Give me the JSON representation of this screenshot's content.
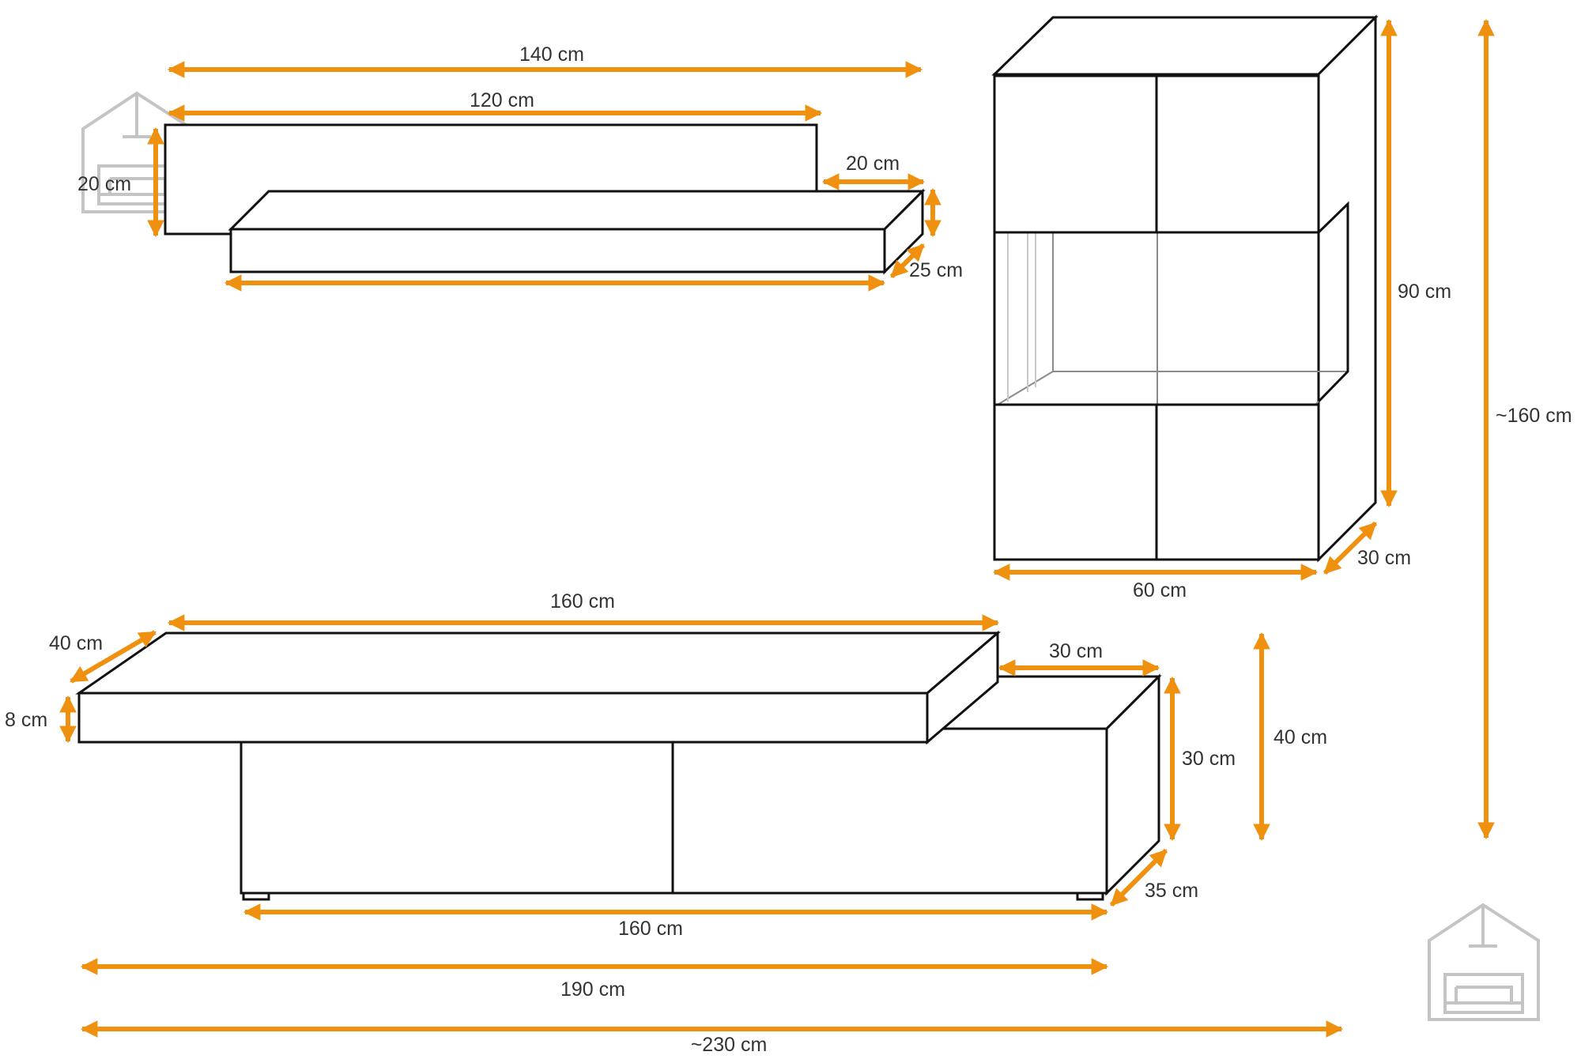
{
  "colors": {
    "dimension": "#f0900f",
    "outline": "#111111",
    "logo": "#c4c4c4",
    "label": "#333333"
  },
  "icons": {
    "logo": "house-sofa-logo-icon"
  },
  "wall_shelves": {
    "labels": {
      "shelf_outer_length": "140 cm",
      "shelf_inner_length": "120 cm",
      "shelf_height": "20 cm",
      "shelf_offset": "20 cm",
      "shelf_depth": "25 cm"
    }
  },
  "display_cabinet": {
    "labels": {
      "height": "90 cm",
      "width": "60 cm",
      "depth": "30 cm"
    }
  },
  "tv_stand": {
    "labels": {
      "top_length": "160 cm",
      "top_depth": "40 cm",
      "top_thickness": "8 cm",
      "side_length": "30 cm",
      "side_height": "30 cm",
      "total_height": "40 cm",
      "base_length": "160 cm",
      "base_depth": "35 cm",
      "total_length": "190 cm"
    }
  },
  "overall": {
    "labels": {
      "total_height": "~160 cm",
      "total_width": "~230 cm"
    }
  }
}
